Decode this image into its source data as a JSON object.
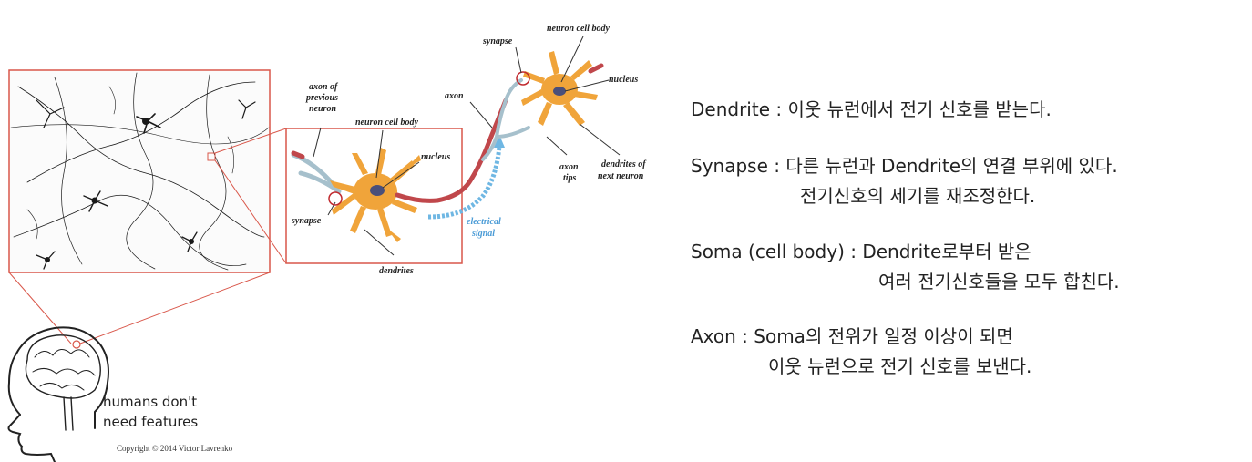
{
  "diagram": {
    "labels": {
      "axon_of_previous_neuron": [
        "axon of",
        "previous",
        "neuron"
      ],
      "neuron_cell_body_1": "neuron cell body",
      "nucleus_1": "nucleus",
      "synapse_1": "synapse",
      "dendrites": "dendrites",
      "axon": "axon",
      "electrical_signal": [
        "electrical",
        "signal"
      ],
      "synapse_2": "synapse",
      "neuron_cell_body_2": "neuron cell body",
      "nucleus_2": "nucleus",
      "axon_tips": [
        "axon",
        "tips"
      ],
      "dendrites_of_next_neuron": [
        "dendrites of",
        "next neuron"
      ]
    },
    "caption": [
      "humans don't",
      "need features"
    ],
    "copyright": "Copyright © 2014 Victor Lavrenko",
    "colors": {
      "frame": "#d9574a",
      "cell": "#f0a43a",
      "nucleus": "#4a4f7a",
      "axon": "#c0474b",
      "dendrite": "#a6c0cc",
      "signal": "#6fb7e3"
    }
  },
  "notes": {
    "dendrite": {
      "line1": "Dendrite : 이웃 뉴런에서 전기 신호를 받는다."
    },
    "synapse": {
      "line1": "Synapse : 다른 뉴런과 Dendrite의 연결 부위에 있다.",
      "line2": "전기신호의 세기를 재조정한다."
    },
    "soma": {
      "line1": "Soma (cell body) : Dendrite로부터 받은",
      "line2": "여러 전기신호들을 모두 합친다."
    },
    "axon": {
      "line1": "Axon : Soma의 전위가 일정 이상이 되면",
      "line2": "이웃 뉴런으로 전기 신호를 보낸다."
    }
  }
}
